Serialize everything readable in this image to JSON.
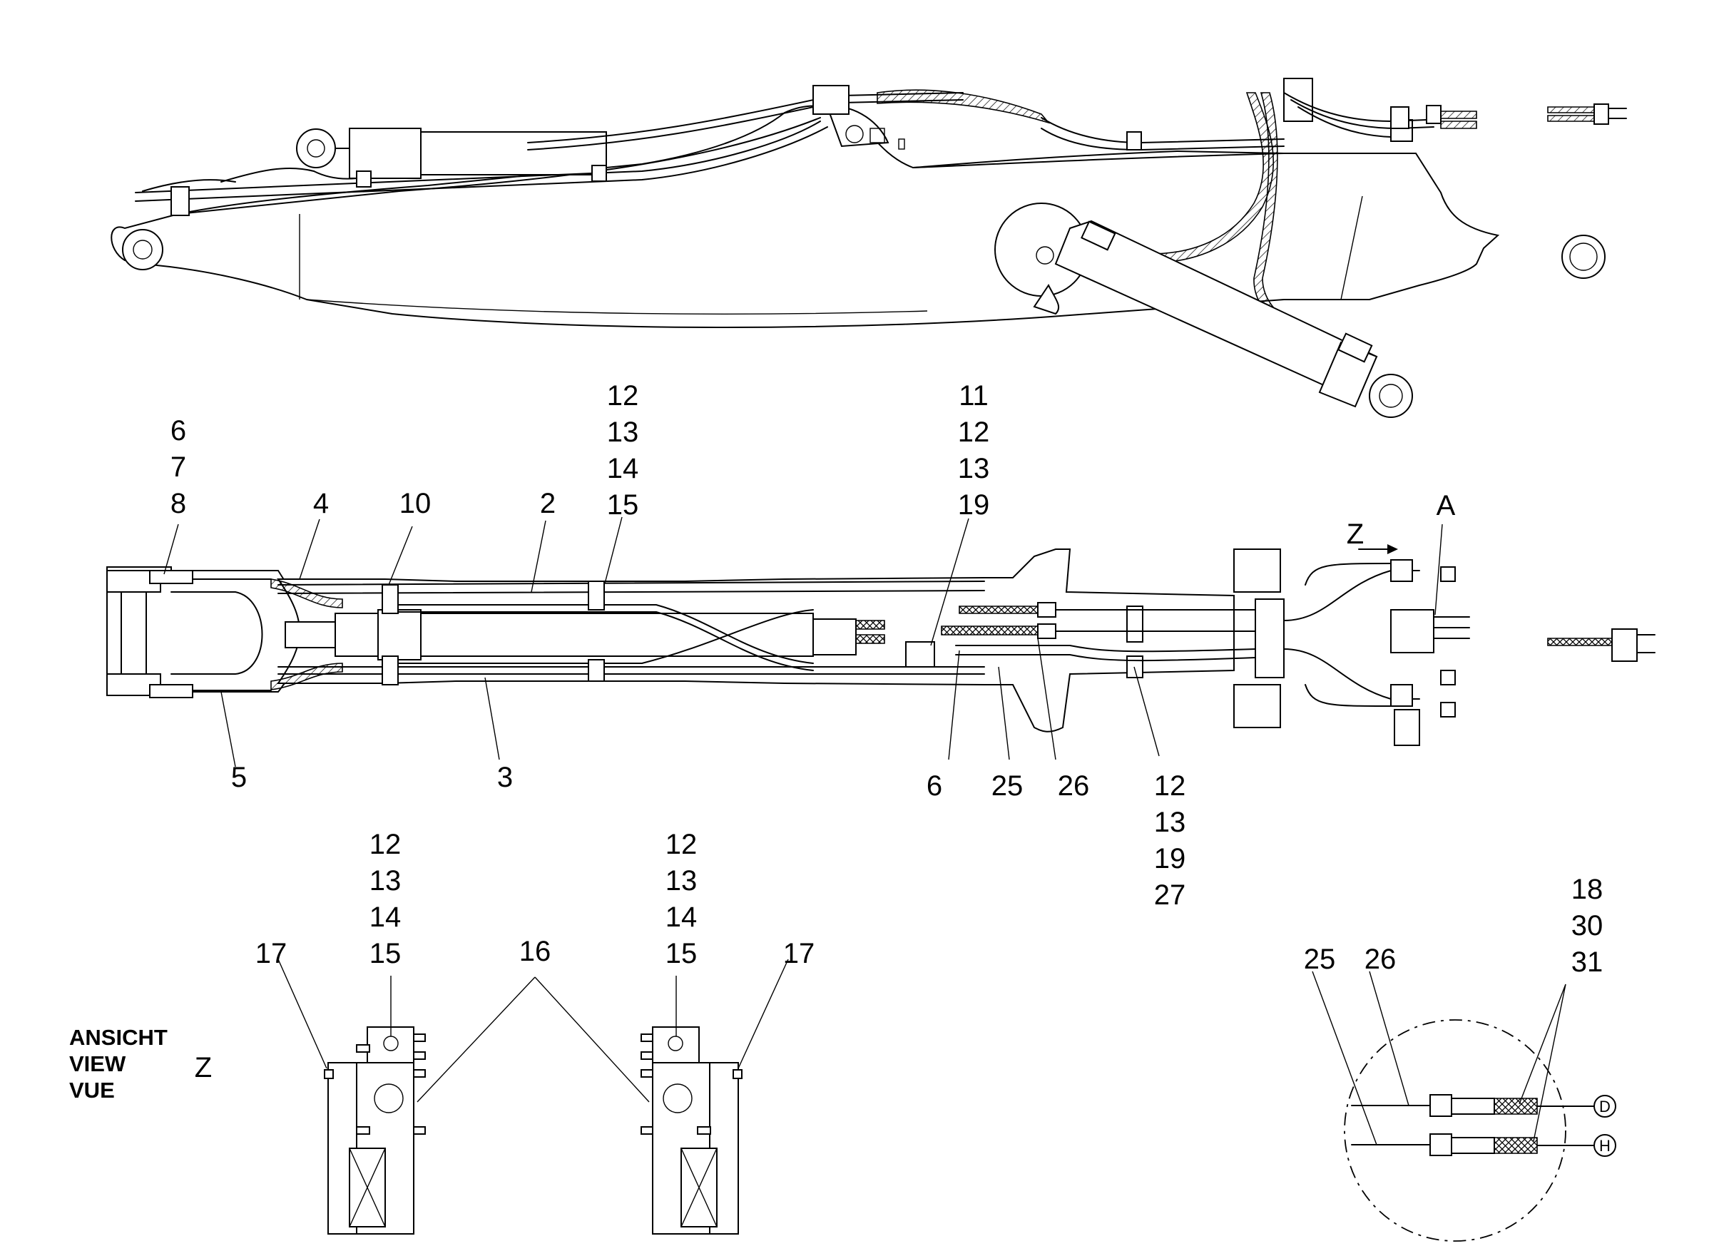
{
  "callouts_top": {
    "c678": [
      "6",
      "7",
      "8"
    ],
    "c4": "4",
    "c10": "10",
    "c2": "2",
    "c12_15": [
      "12",
      "13",
      "14",
      "15"
    ],
    "c11_19": [
      "11",
      "12",
      "13",
      "19"
    ],
    "cA": "A",
    "cZ": "Z"
  },
  "callouts_mid": {
    "c5": "5",
    "c3": "3",
    "c6": "6",
    "c25": "25",
    "c26": "26",
    "c12_27": [
      "12",
      "13",
      "19",
      "27"
    ]
  },
  "view_z": {
    "title_lines": [
      "ANSICHT",
      "VIEW",
      "VUE"
    ],
    "letter": "Z",
    "left_17": "17",
    "left_stack": [
      "12",
      "13",
      "14",
      "15"
    ],
    "c16": "16",
    "right_stack": [
      "12",
      "13",
      "14",
      "15"
    ],
    "right_17": "17"
  },
  "detail": {
    "c25": "25",
    "c26": "26",
    "stack": [
      "18",
      "30",
      "31"
    ],
    "port_d": "D",
    "port_h": "H"
  }
}
